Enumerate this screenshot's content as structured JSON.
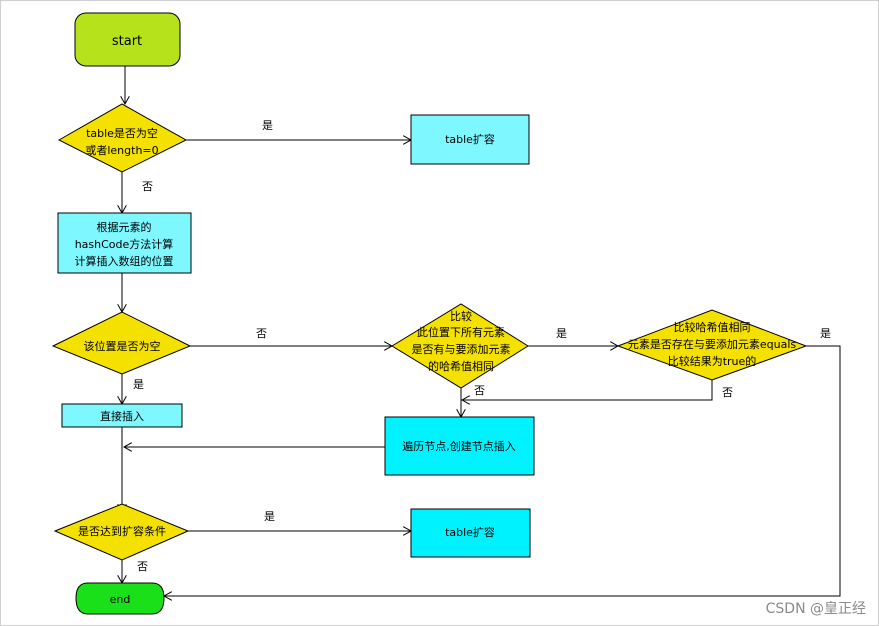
{
  "nodes": {
    "start": {
      "text": "start",
      "color": "#b6e21b"
    },
    "check_table": {
      "lines": [
        "table是否为空",
        "或者length=0"
      ],
      "color": "#f5e100"
    },
    "resize1": {
      "text": "table扩容",
      "color": "#7ff7ff"
    },
    "compute": {
      "lines": [
        "根据元素的",
        "hashCode方法计算",
        "计算插入数组的位置"
      ],
      "color": "#7ff7ff"
    },
    "pos_empty": {
      "text": "该位置是否为空",
      "color": "#f5e100"
    },
    "compare_hash": {
      "lines": [
        "比较",
        "此位置下所有元素",
        "是否有与要添加元素",
        "的哈希值相同"
      ],
      "color": "#f5e100"
    },
    "compare_equals": {
      "lines": [
        "比较哈希值相同",
        "元素是否存在与要添加元素equals",
        "比较结果为true的"
      ],
      "color": "#f5e100"
    },
    "insert": {
      "text": "直接插入",
      "color": "#7ff7ff"
    },
    "traverse": {
      "text": "遍历节点,创建节点插入",
      "color": "#00f2ff"
    },
    "check_resize": {
      "text": "是否达到扩容条件",
      "color": "#f5e100"
    },
    "resize2": {
      "text": "table扩容",
      "color": "#00f2ff"
    },
    "end": {
      "text": "end",
      "color": "#19e019"
    }
  },
  "edges": {
    "yes": "是",
    "no": "否"
  },
  "watermark": "CSDN @皇正经"
}
